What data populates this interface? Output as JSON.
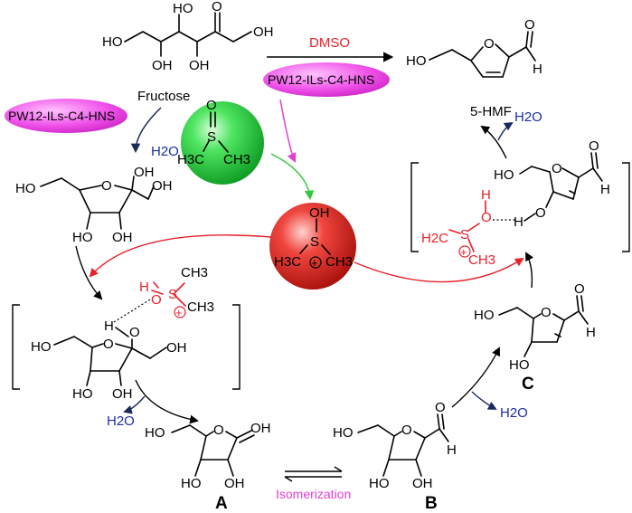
{
  "reactants": {
    "fructose_label": "Fructose",
    "solvent_label": "DMSO",
    "catalyst_label_main": "PW12-ILs-C4-HNS",
    "catalyst_label_side": "PW12-ILs-C4-HNS"
  },
  "products": {
    "hmf_label": "5-HMF"
  },
  "byproducts": {
    "water_labels": [
      "H2O",
      "H2O",
      "H2O",
      "H2O"
    ]
  },
  "intermediates": {
    "labels": [
      "A",
      "B",
      "C"
    ],
    "isomerization_label": "Isomerization"
  },
  "atoms": {
    "oh": "OH",
    "ho": "HO",
    "o": "O",
    "h": "H",
    "s": "S",
    "ch3": "CH3",
    "h3c": "H3C",
    "h2c": "H2C",
    "plus": "+"
  },
  "colors": {
    "accent_red": "#e8202a",
    "water_blue": "#1a2ea8",
    "catalyst_fill": "#ef4fe8",
    "dmso_sphere": "#1fd23a",
    "protonated_sphere": "#e3221f",
    "isomerization_pink": "#e23fd3",
    "arrow_green": "#35c83d",
    "arrow_magenta": "#e23fd3"
  }
}
